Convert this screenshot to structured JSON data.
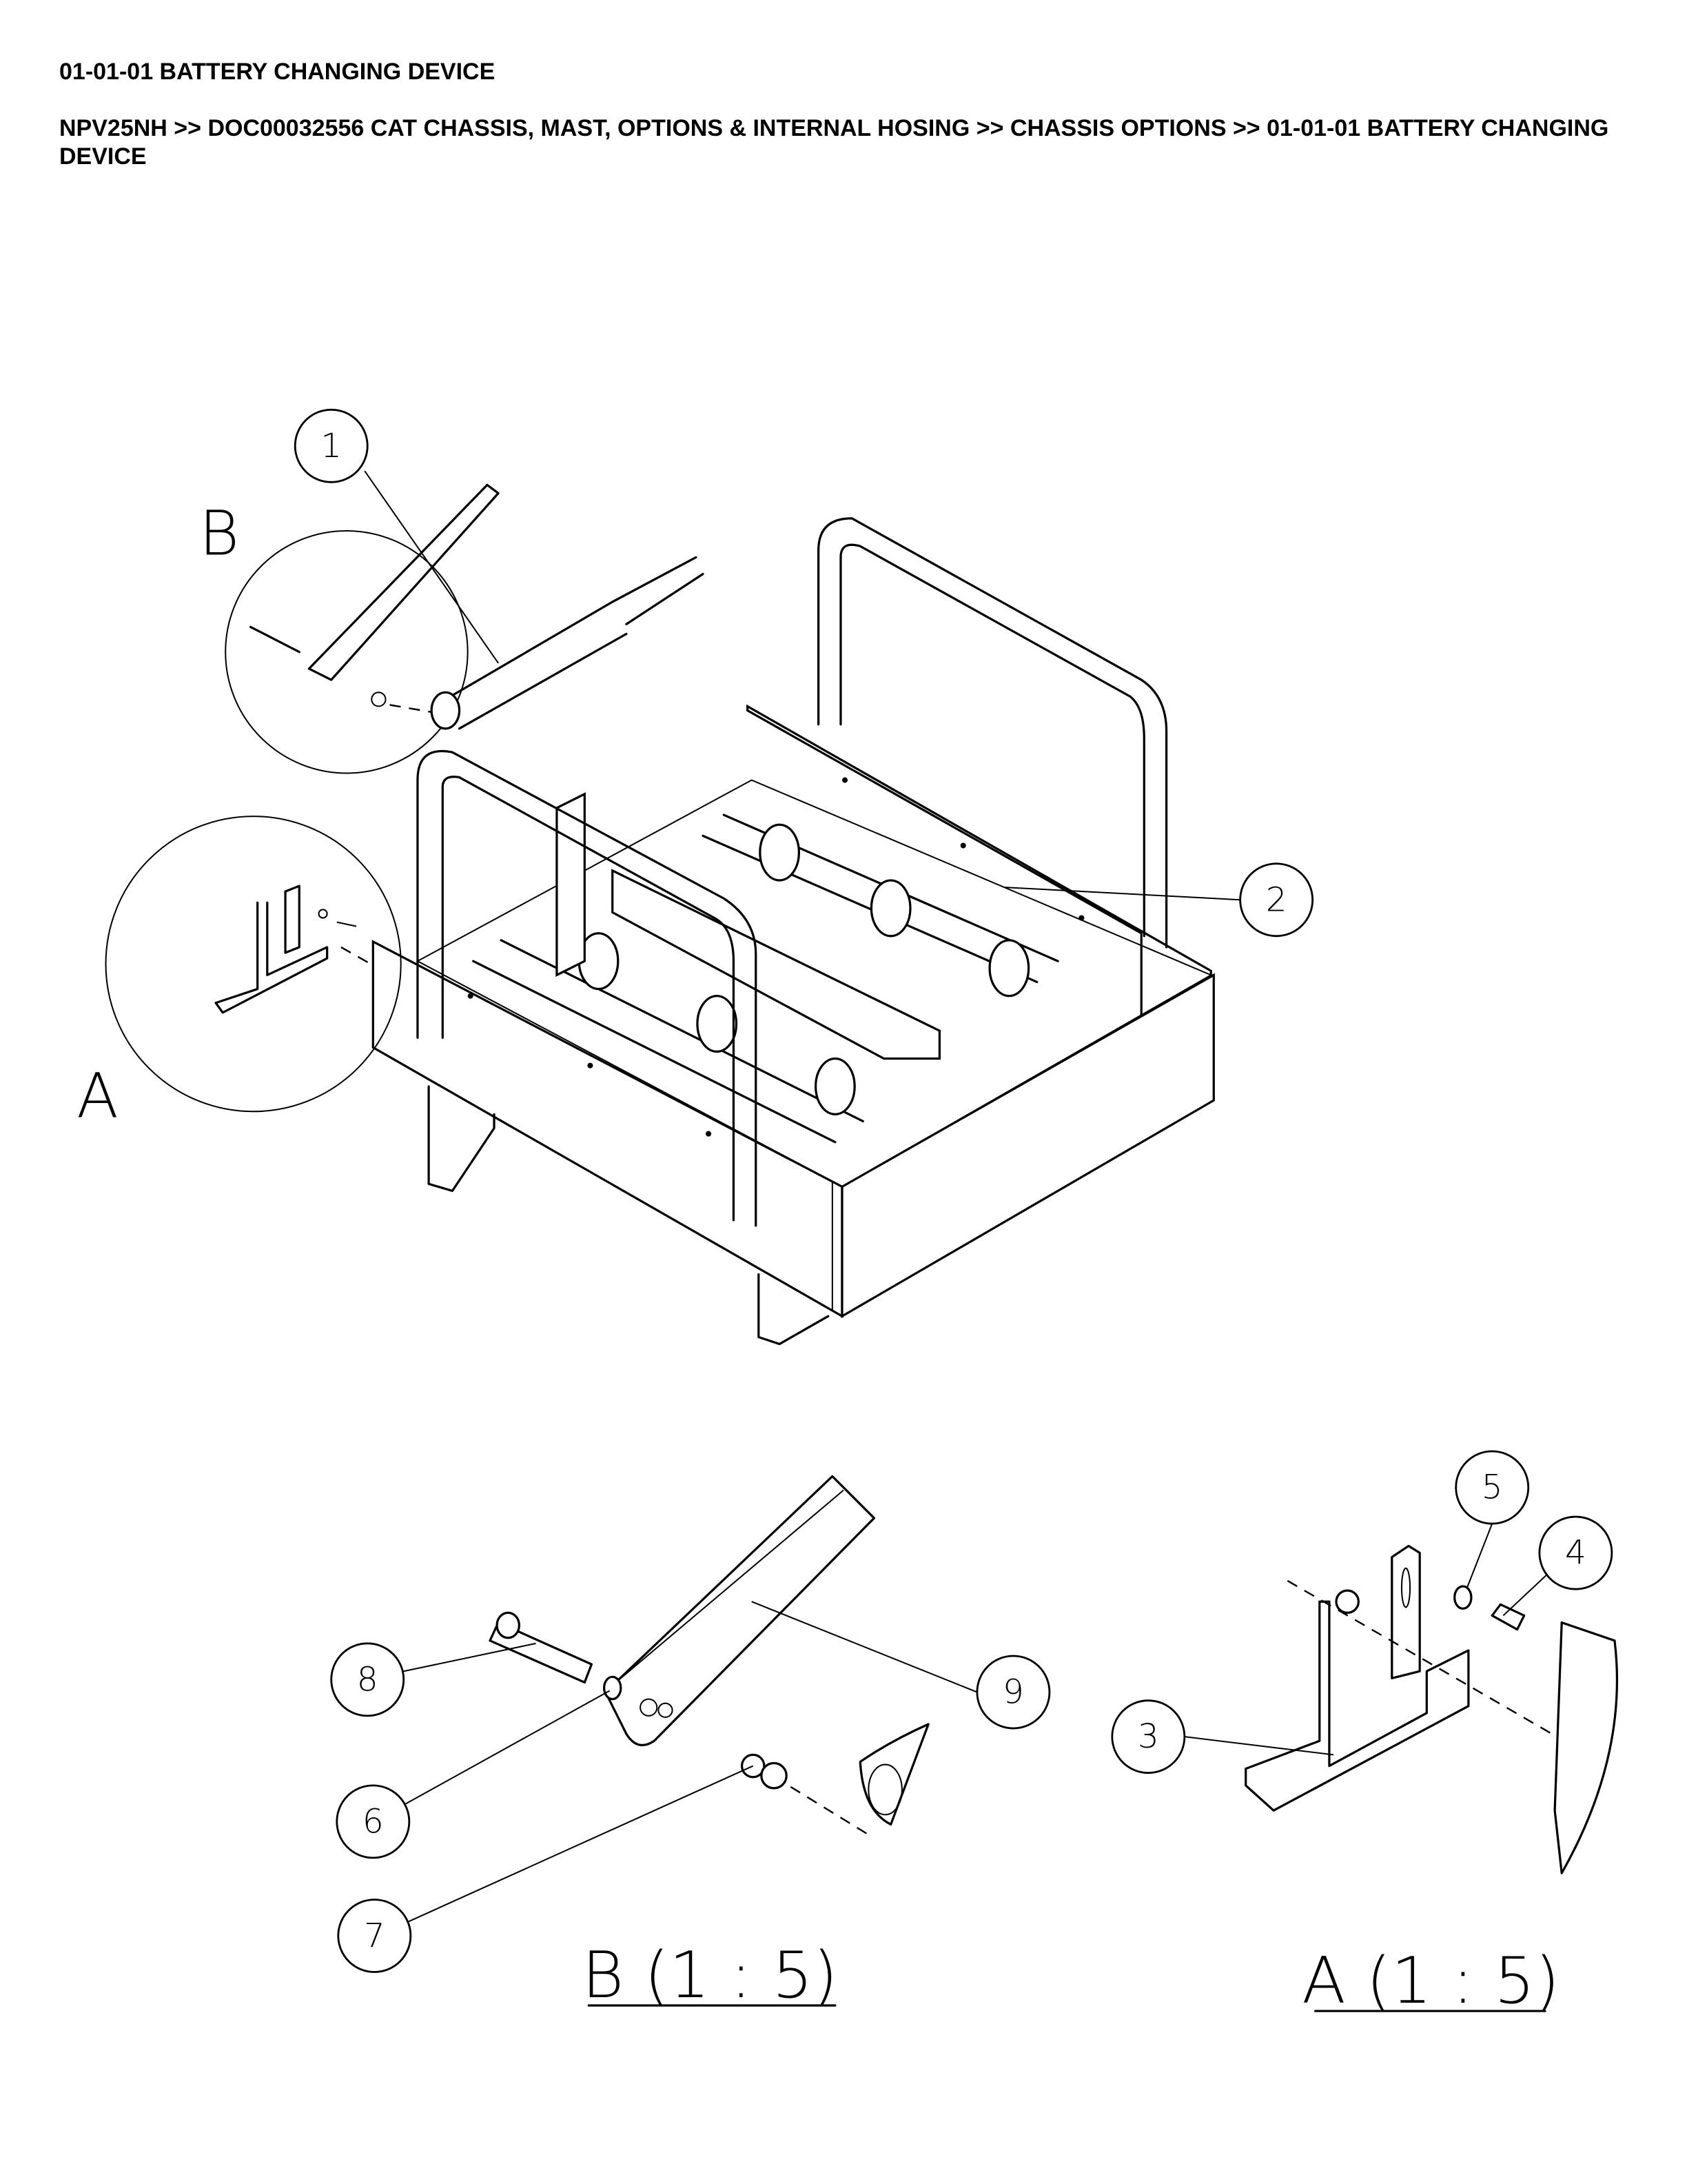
{
  "header": {
    "title": "01-01-01 BATTERY CHANGING DEVICE",
    "breadcrumb": "NPV25NH >> DOC00032556 CAT CHASSIS, MAST, OPTIONS & INTERNAL HOSING >> CHASSIS OPTIONS >> 01-01-01 BATTERY CHANGING DEVICE"
  },
  "drawing": {
    "detail_labels": {
      "b": "B",
      "a": "A"
    },
    "detail_titles": {
      "b": "B (1 : 5)",
      "a": "A (1 : 5)"
    },
    "callouts": [
      "1",
      "2",
      "3",
      "4",
      "5",
      "6",
      "7",
      "8",
      "9"
    ]
  }
}
